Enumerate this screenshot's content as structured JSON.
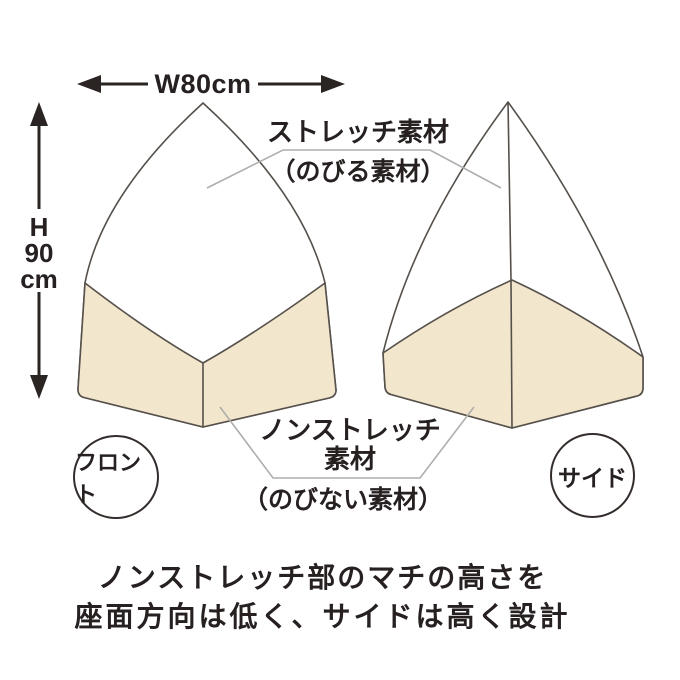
{
  "diagram": {
    "width_label": "W80cm",
    "height_label_lines": [
      "H",
      "90",
      "cm"
    ],
    "stretch": {
      "title": "ストレッチ素材",
      "subtitle": "（のびる素材）"
    },
    "nonstretch": {
      "title_line1": "ノンストレッチ",
      "title_line2": "素材",
      "subtitle": "（のびない素材）"
    },
    "views": {
      "front_label": "フロント",
      "side_label": "サイド"
    },
    "caption": {
      "line1": "ノンストレッチ部のマチの高さを",
      "line2": "座面方向は低く、サイドは高く設計"
    },
    "colors": {
      "nonstretch_fill": "#f2e6cd",
      "stretch_fill": "#ffffff",
      "outline": "#56504b",
      "leader": "#b0aeab",
      "arrow": "#2a2422",
      "text": "#262020"
    }
  }
}
